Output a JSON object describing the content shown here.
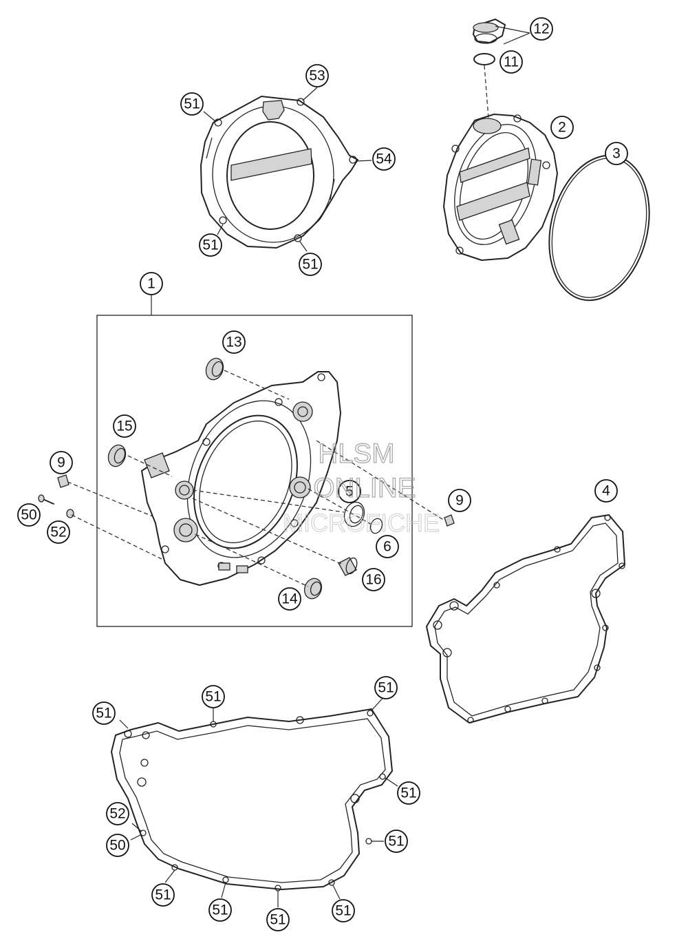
{
  "watermark": {
    "line1": "HLSM",
    "line2": "ONLINE",
    "line3": "MICROFICHE"
  },
  "callouts": {
    "c1": "1",
    "c2": "2",
    "c3": "3",
    "c4": "4",
    "c5": "5",
    "c6": "6",
    "c9a": "9",
    "c9b": "9",
    "c11": "11",
    "c12": "12",
    "c13": "13",
    "c14": "14",
    "c15": "15",
    "c16": "16",
    "c50a": "50",
    "c50b": "50",
    "c51a": "51",
    "c51b": "51",
    "c51c": "51",
    "c51d": "51",
    "c51e": "51",
    "c51f": "51",
    "c51g": "51",
    "c51h": "51",
    "c51i": "51",
    "c51j": "51",
    "c51k": "51",
    "c51l": "51",
    "c52a": "52",
    "c52b": "52",
    "c53": "53",
    "c54": "54"
  },
  "colors": {
    "line": "#222222",
    "shade": "#d4d4d4",
    "watermark": "#9a9a9a",
    "background": "#ffffff"
  }
}
